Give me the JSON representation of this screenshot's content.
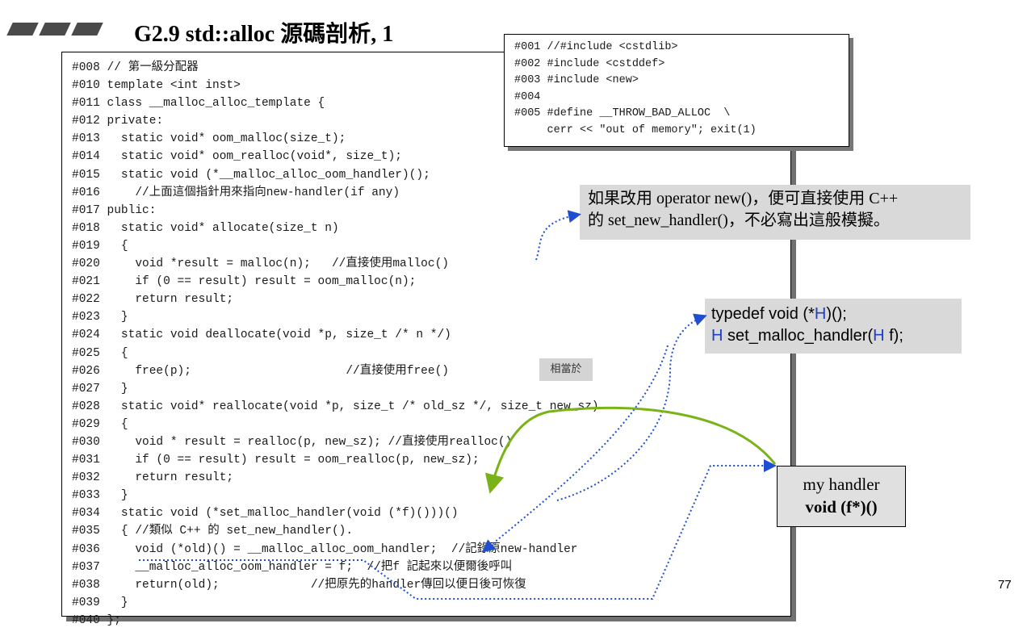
{
  "title": "G2.9 std::alloc 源碼剖析, 1",
  "main_code": [
    "#008 // 第一級分配器",
    "#010 template <int inst>",
    "#011 class __malloc_alloc_template {",
    "#012 private:",
    "#013   static void* oom_malloc(size_t);",
    "#014   static void* oom_realloc(void*, size_t);",
    "#015   static void (*__malloc_alloc_oom_handler)();",
    "#016     //上面這個指針用來指向new-handler(if any)",
    "#017 public:",
    "#018   static void* allocate(size_t n)",
    "#019   {",
    "#020     void *result = malloc(n);   //直接使用malloc()",
    "#021     if (0 == result) result = oom_malloc(n);",
    "#022     return result;",
    "#023   }",
    "#024   static void deallocate(void *p, size_t /* n */)",
    "#025   {",
    "#026     free(p);                      //直接使用free()",
    "#027   }",
    "#028   static void* reallocate(void *p, size_t /* old_sz */, size_t new_sz)",
    "#029   {",
    "#030     void * result = realloc(p, new_sz); //直接使用realloc()",
    "#031     if (0 == result) result = oom_realloc(p, new_sz);",
    "#032     return result;",
    "#033   }",
    "#034   static void (*set_malloc_handler(void (*f)()))()",
    "#035   { //類似 C++ 的 set_new_handler().",
    "#036     void (*old)() = __malloc_alloc_oom_handler;  //記錄原new-handler",
    "#037     __malloc_alloc_oom_handler = f;  //把f 記起來以便爾後呼叫",
    "#038     return(old);             //把原先的handler傳回以便日後可恢復",
    "#039   }",
    "#040 };"
  ],
  "header_code": [
    "#001 //#include <cstdlib>",
    "#002 #include <cstddef>",
    "#003 #include <new>",
    "#004",
    "#005 #define __THROW_BAD_ALLOC  \\",
    "     cerr << \"out of memory\"; exit(1)"
  ],
  "callout_new_handler": {
    "line1": "如果改用 operator new()，便可直接使用 C++",
    "line2": "的 set_new_handler()，不必寫出這般模擬。"
  },
  "callout_typedef": {
    "line1_a": "typedef void (*",
    "line1_h": "H",
    "line1_b": ")();",
    "line2_h": "H",
    "line2_a": " set_malloc_handler(",
    "line2_h2": "H",
    "line2_b": " f);"
  },
  "equivalent_label": "相當於",
  "handler_box": {
    "line1": "my handler",
    "line2": "void (f*)()"
  },
  "page_number": "77",
  "colors": {
    "arrow_blue": "#1f4fd0",
    "arrow_green": "#7ab317",
    "typedef_blue": "#1f3fbf",
    "callout_gray": "#d9d9d9"
  }
}
